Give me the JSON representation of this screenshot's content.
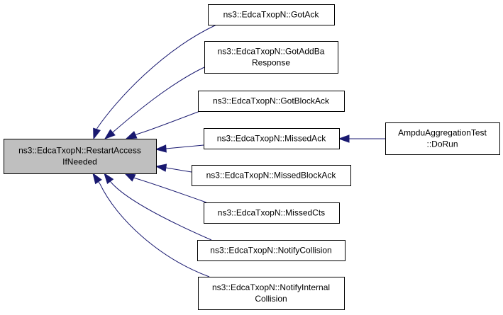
{
  "graph": {
    "colors": {
      "edge": "#191970",
      "focus_fill": "#bfbfbf",
      "node_fill": "#ffffff",
      "border": "#000000"
    },
    "nodes": [
      {
        "id": "restart",
        "lines": [
          "ns3::EdcaTxopN::RestartAccess",
          "IfNeeded"
        ],
        "focus": true
      },
      {
        "id": "gotack",
        "lines": [
          "ns3::EdcaTxopN::GotAck"
        ]
      },
      {
        "id": "gotaddba",
        "lines": [
          "ns3::EdcaTxopN::GotAddBa",
          "Response"
        ]
      },
      {
        "id": "gotblockack",
        "lines": [
          "ns3::EdcaTxopN::GotBlockAck"
        ]
      },
      {
        "id": "missedack",
        "lines": [
          "ns3::EdcaTxopN::MissedAck"
        ]
      },
      {
        "id": "missedblockack",
        "lines": [
          "ns3::EdcaTxopN::MissedBlockAck"
        ]
      },
      {
        "id": "missedcts",
        "lines": [
          "ns3::EdcaTxopN::MissedCts"
        ]
      },
      {
        "id": "notifycollision",
        "lines": [
          "ns3::EdcaTxopN::NotifyCollision"
        ]
      },
      {
        "id": "notifyinternal",
        "lines": [
          "ns3::EdcaTxopN::NotifyInternal",
          "Collision"
        ]
      },
      {
        "id": "ampdu",
        "lines": [
          "AmpduAggregationTest",
          "::DoRun"
        ]
      }
    ],
    "edges": [
      {
        "from": "gotack",
        "to": "restart"
      },
      {
        "from": "gotaddba",
        "to": "restart"
      },
      {
        "from": "gotblockack",
        "to": "restart"
      },
      {
        "from": "missedack",
        "to": "restart"
      },
      {
        "from": "missedblockack",
        "to": "restart"
      },
      {
        "from": "missedcts",
        "to": "restart"
      },
      {
        "from": "notifycollision",
        "to": "restart"
      },
      {
        "from": "notifyinternal",
        "to": "restart"
      },
      {
        "from": "ampdu",
        "to": "missedack"
      }
    ]
  }
}
